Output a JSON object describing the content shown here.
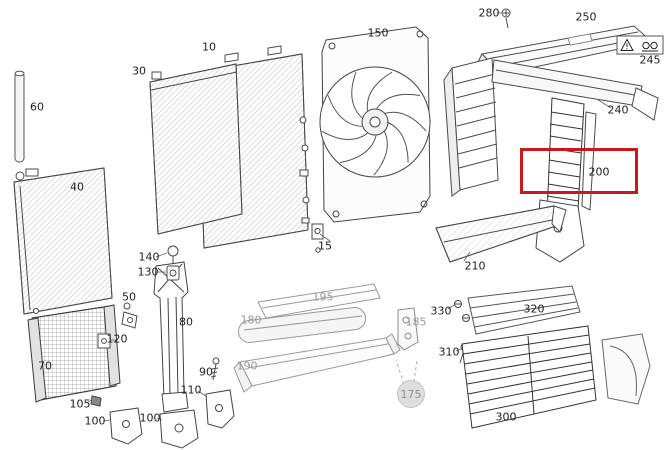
{
  "diagram": {
    "type": "exploded-parts-diagram",
    "subject": "vehicle front-end cooling module components",
    "colors": {
      "background": "#ffffff",
      "line": "#3c3c3c",
      "grayed_parts": "#9a9a9a",
      "highlight": "#c9191c",
      "reference_bubble_fill": "#dedede"
    },
    "highlight": {
      "part": "200",
      "shape": "red-rectangle"
    },
    "reference_bubble": {
      "part": "175"
    },
    "warning_sticker": {
      "part": "245",
      "icons": [
        {
          "name": "warning-triangle-icon"
        },
        {
          "name": "pinch-point-icon"
        }
      ]
    }
  },
  "labels": [
    {
      "text": "60",
      "tone": "dark"
    },
    {
      "text": "30",
      "tone": "dark"
    },
    {
      "text": "10",
      "tone": "dark"
    },
    {
      "text": "150",
      "tone": "dark"
    },
    {
      "text": "280",
      "tone": "dark"
    },
    {
      "text": "250",
      "tone": "dark"
    },
    {
      "text": "245",
      "tone": "dark"
    },
    {
      "text": "240",
      "tone": "dark"
    },
    {
      "text": "200",
      "tone": "dark",
      "highlighted": true
    },
    {
      "text": "40",
      "tone": "dark"
    },
    {
      "text": "15",
      "tone": "dark"
    },
    {
      "text": "210",
      "tone": "dark"
    },
    {
      "text": "140",
      "tone": "dark"
    },
    {
      "text": "130",
      "tone": "dark"
    },
    {
      "text": "50",
      "tone": "dark"
    },
    {
      "text": "80",
      "tone": "dark"
    },
    {
      "text": "120",
      "tone": "dark"
    },
    {
      "text": "90",
      "tone": "dark"
    },
    {
      "text": "110",
      "tone": "dark"
    },
    {
      "text": "105",
      "tone": "dark"
    },
    {
      "text": "100",
      "tone": "dark"
    },
    {
      "text": "100",
      "tone": "dark"
    },
    {
      "text": "70",
      "tone": "dark"
    },
    {
      "text": "195",
      "tone": "gray"
    },
    {
      "text": "180",
      "tone": "gray"
    },
    {
      "text": "185",
      "tone": "gray"
    },
    {
      "text": "190",
      "tone": "gray"
    },
    {
      "text": "175",
      "tone": "gray",
      "circled": true
    },
    {
      "text": "330",
      "tone": "dark"
    },
    {
      "text": "320",
      "tone": "dark"
    },
    {
      "text": "310",
      "tone": "dark"
    },
    {
      "text": "300",
      "tone": "dark"
    }
  ]
}
